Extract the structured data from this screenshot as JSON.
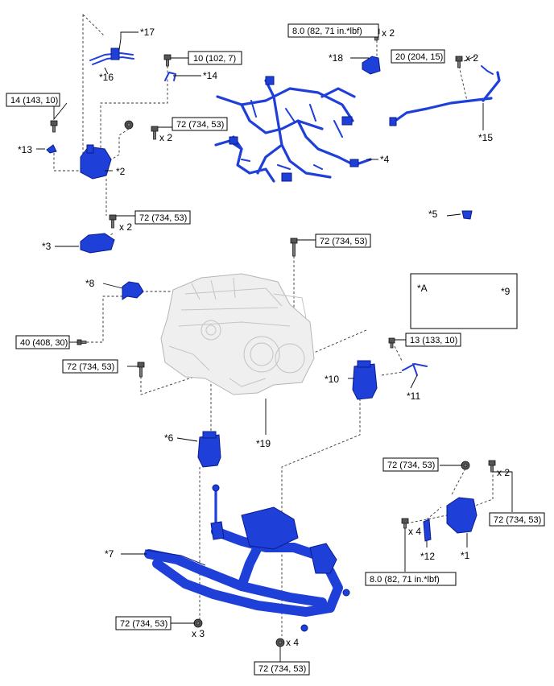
{
  "diagram": {
    "part_labels": {
      "p1": "*1",
      "p2": "*2",
      "p3": "*3",
      "p4": "*4",
      "p5": "*5",
      "p6": "*6",
      "p7": "*7",
      "p8": "*8",
      "p9": "*9",
      "p10": "*10",
      "p11": "*11",
      "p12": "*12",
      "p13": "*13",
      "p14": "*14",
      "p15": "*15",
      "p16": "*16",
      "p17": "*17",
      "p18": "*18",
      "p19": "*19"
    },
    "inset_label": "*A",
    "torque_specs": {
      "t_8_0_top": "8.0 (82, 71 in.*lbf)",
      "t_10": "10 (102, 7)",
      "t_20": "20 (204, 15)",
      "t_14": "14 (143, 10)",
      "t_72_a": "72 (734, 53)",
      "t_72_b": "72 (734, 53)",
      "t_72_c": "72 (734, 53)",
      "t_40": "40 (408, 30)",
      "t_13": "13 (133, 10)",
      "t_72_d": "72 (734, 53)",
      "t_72_e": "72 (734, 53)",
      "t_72_f": "72 (734, 53)",
      "t_8_0_bottom": "8.0 (82, 71 in.*lbf)",
      "t_72_g": "72 (734, 53)",
      "t_72_h": "72 (734, 53)"
    },
    "quantities": {
      "q_top": "x 2",
      "q_20": "x 2",
      "q_2": "x 2",
      "q_3": "x 2",
      "q_1": "x 2",
      "q_12": "x 4",
      "q_7": "x 3",
      "q_bottom": "x 4"
    },
    "colors": {
      "part": "#1f3fd9",
      "engine": "#efefef"
    }
  }
}
